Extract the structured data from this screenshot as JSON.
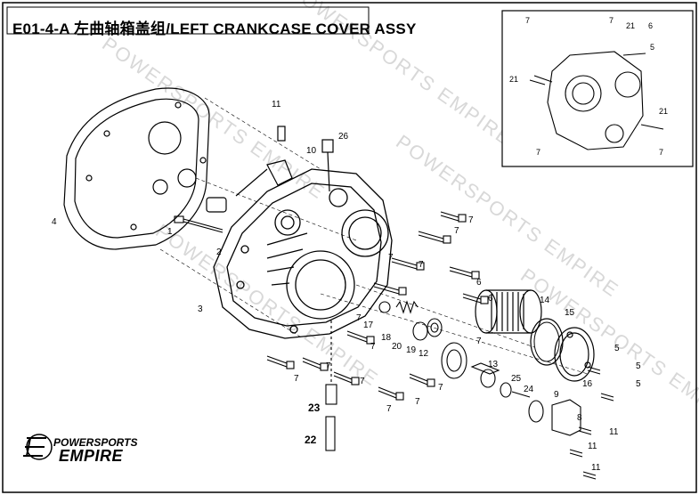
{
  "title": "E01-4-A 左曲轴箱盖组/LEFT CRANKCASE COVER ASSY",
  "watermark": "POWERSPORTS EMPIRE",
  "brand": {
    "line1": "POWERSPORTS",
    "line2": "EMPIRE"
  },
  "inset_labels": [
    "7",
    "7",
    "21",
    "6",
    "5",
    "21",
    "21",
    "7",
    "7"
  ],
  "callouts": [
    "1",
    "2",
    "3",
    "4",
    "5",
    "5",
    "5",
    "6",
    "6",
    "7",
    "7",
    "7",
    "7",
    "7",
    "7",
    "7",
    "7",
    "7",
    "7",
    "7",
    "7",
    "7",
    "8",
    "9",
    "10",
    "11",
    "11",
    "11",
    "11",
    "12",
    "13",
    "14",
    "15",
    "16",
    "17",
    "18",
    "19",
    "20",
    "22",
    "23",
    "24",
    "25",
    "26"
  ]
}
